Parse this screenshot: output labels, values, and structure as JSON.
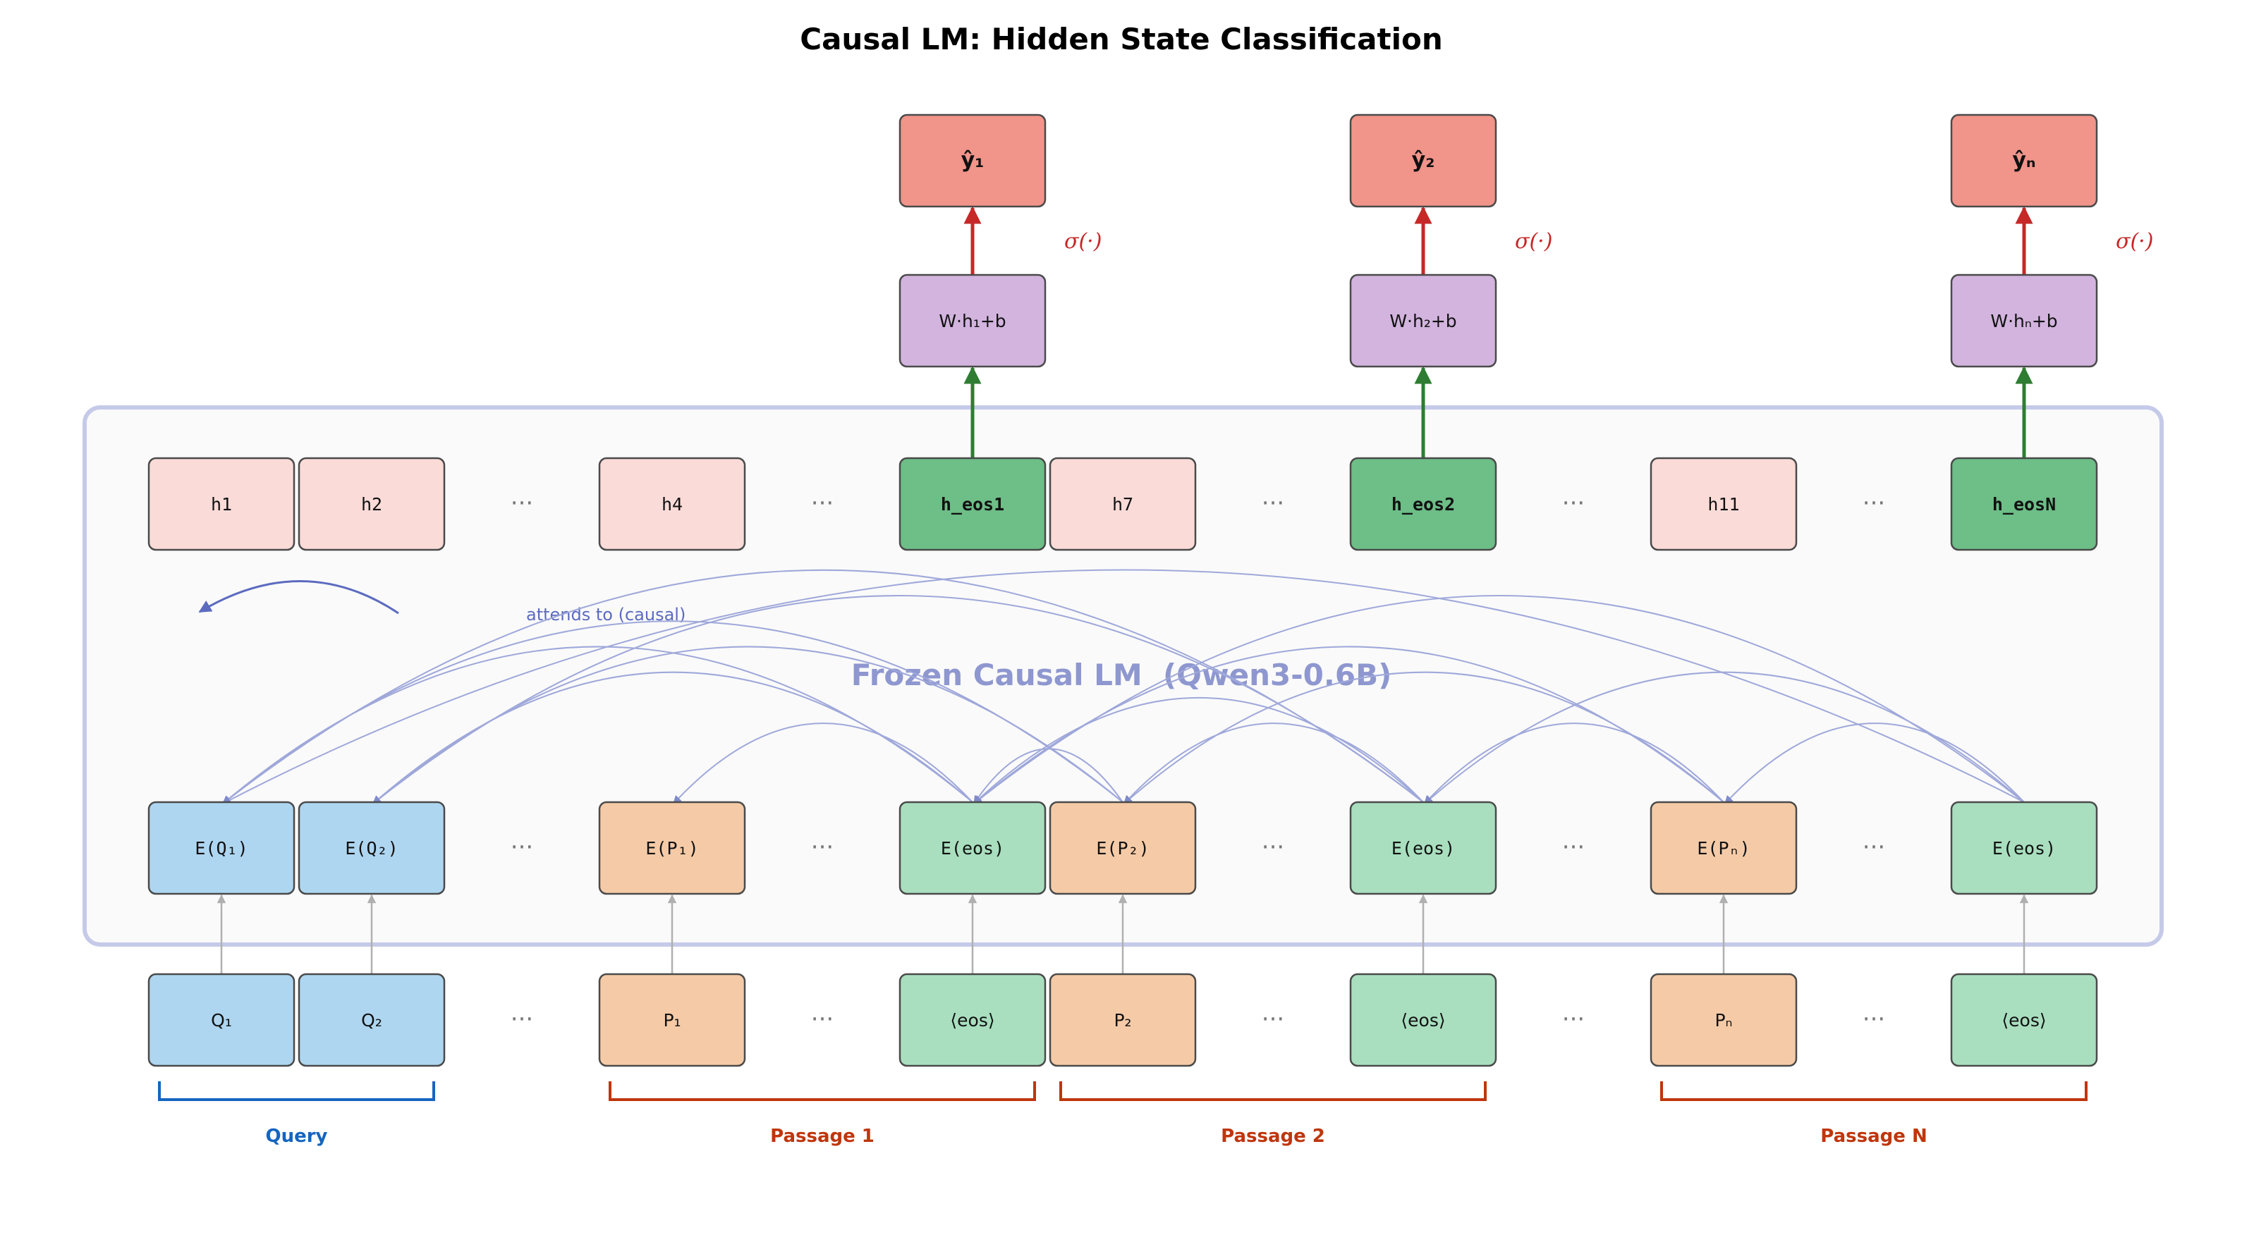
{
  "title": "Causal LM: Hidden State Classification",
  "frozen_label": "Frozen Causal LM  (Qwen3-0.6B)",
  "attends_label": "attends to (causal)",
  "sigma_label": "σ(·)",
  "dots": "···",
  "colors": {
    "query": "#aed6f1",
    "passage": "#f5cba7",
    "eos": "#a9dfbf",
    "eos_hidden": "#6dbe87",
    "hidden": "#fadbd8",
    "linear": "#d2b4de",
    "output": "#f1948a",
    "container_border": "#c5cae9",
    "container_fill": "#fafafa",
    "attention_line": "#9fa8da",
    "red_arrow": "#c62828",
    "green_arrow": "#2e7d32",
    "query_bracket": "#1565c0",
    "passage_bracket": "#bf360c"
  },
  "columns": [
    {
      "type": "query",
      "input": "Q₁",
      "embed": "E(Q₁)",
      "hidden": "h1"
    },
    {
      "type": "query",
      "input": "Q₂",
      "embed": "E(Q₂)",
      "hidden": "h2"
    },
    {
      "type": "dots"
    },
    {
      "type": "passage",
      "input": "P₁",
      "embed": "E(P₁)",
      "hidden": "h4"
    },
    {
      "type": "dots"
    },
    {
      "type": "eos",
      "input": "⟨eos⟩",
      "embed": "E(eos)",
      "hidden": "h_eos1",
      "linear": "W·h₁+b",
      "output": "ŷ₁"
    },
    {
      "type": "passage",
      "input": "P₂",
      "embed": "E(P₂)",
      "hidden": "h7"
    },
    {
      "type": "dots"
    },
    {
      "type": "eos",
      "input": "⟨eos⟩",
      "embed": "E(eos)",
      "hidden": "h_eos2",
      "linear": "W·h₂+b",
      "output": "ŷ₂"
    },
    {
      "type": "dots"
    },
    {
      "type": "passage",
      "input": "Pₙ",
      "embed": "E(Pₙ)",
      "hidden": "h11"
    },
    {
      "type": "dots"
    },
    {
      "type": "eos",
      "input": "⟨eos⟩",
      "embed": "E(eos)",
      "hidden": "h_eosN",
      "linear": "W·hₙ+b",
      "output": "ŷₙ"
    }
  ],
  "groups": [
    {
      "label": "Query",
      "type": "query"
    },
    {
      "label": "Passage 1",
      "type": "passage"
    },
    {
      "label": "Passage 2",
      "type": "passage"
    },
    {
      "label": "Passage N",
      "type": "passage"
    }
  ]
}
